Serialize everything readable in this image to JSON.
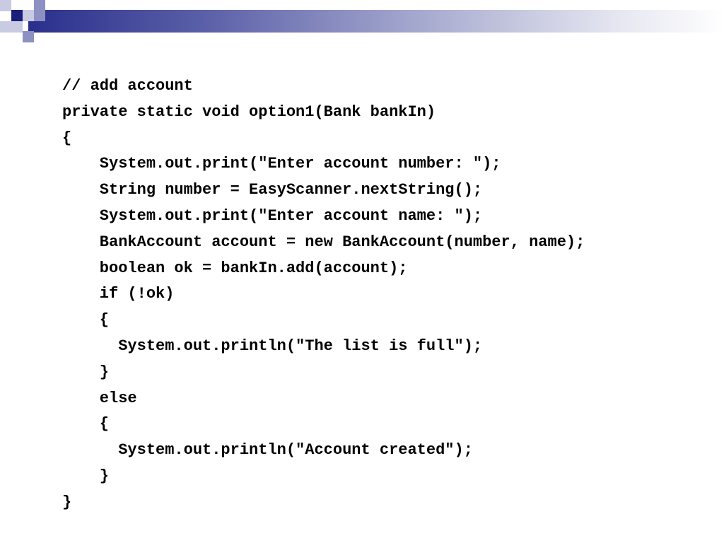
{
  "slide": {
    "code_lines": [
      "// add account",
      "private static void option1(Bank bankIn)",
      "{",
      "    System.out.print(\"Enter account number: \");",
      "    String number = EasyScanner.nextString();",
      "    System.out.print(\"Enter account name: \");",
      "    BankAccount account = new BankAccount(number, name);",
      "    boolean ok = bankIn.add(account);",
      "    if (!ok)",
      "    {",
      "      System.out.println(\"The list is full\");",
      "    }",
      "    else",
      "    {",
      "      System.out.println(\"Account created\");",
      "    }",
      "}"
    ]
  },
  "theme": {
    "banner_color": "#2a2f8c",
    "text_color": "#000000",
    "background": "#ffffff"
  }
}
